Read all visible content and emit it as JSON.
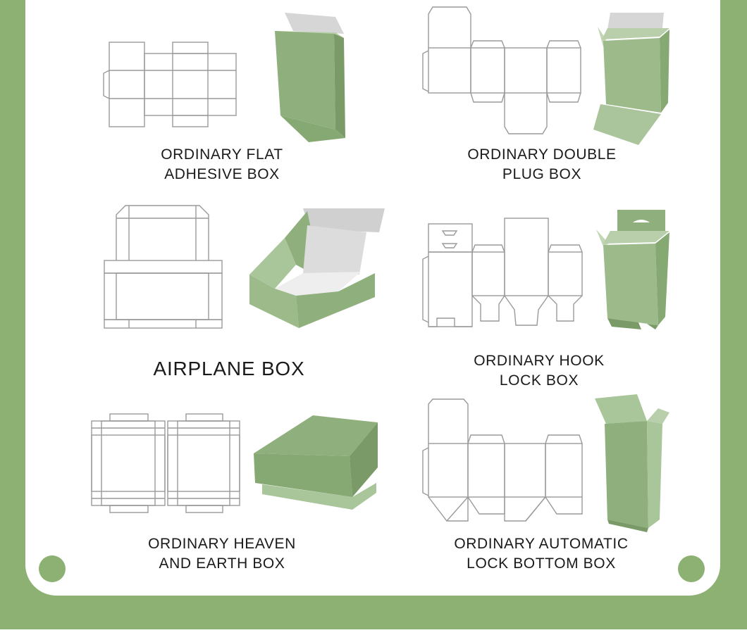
{
  "colors": {
    "frame": "#8db173",
    "card": "#ffffff",
    "box_green": "#8fb07d",
    "box_green_light": "#a9c59a",
    "box_green_dark": "#7a9b68",
    "inner_grey": "#d9d9d9",
    "line_grey": "#9a9a9a"
  },
  "boxes": [
    {
      "id": "flat-adhesive",
      "lines": [
        "ORDINARY FLAT",
        "ADHESIVE BOX"
      ]
    },
    {
      "id": "double-plug",
      "lines": [
        "ORDINARY DOUBLE",
        "PLUG BOX"
      ]
    },
    {
      "id": "airplane",
      "lines": [
        "AIRPLANE BOX"
      ]
    },
    {
      "id": "hook-lock",
      "lines": [
        "ORDINARY HOOK",
        "LOCK BOX"
      ]
    },
    {
      "id": "heaven-earth",
      "lines": [
        "ORDINARY HEAVEN",
        "AND EARTH BOX"
      ]
    },
    {
      "id": "auto-lock-bottom",
      "lines": [
        "ORDINARY AUTOMATIC",
        "LOCK BOTTOM BOX"
      ]
    }
  ]
}
